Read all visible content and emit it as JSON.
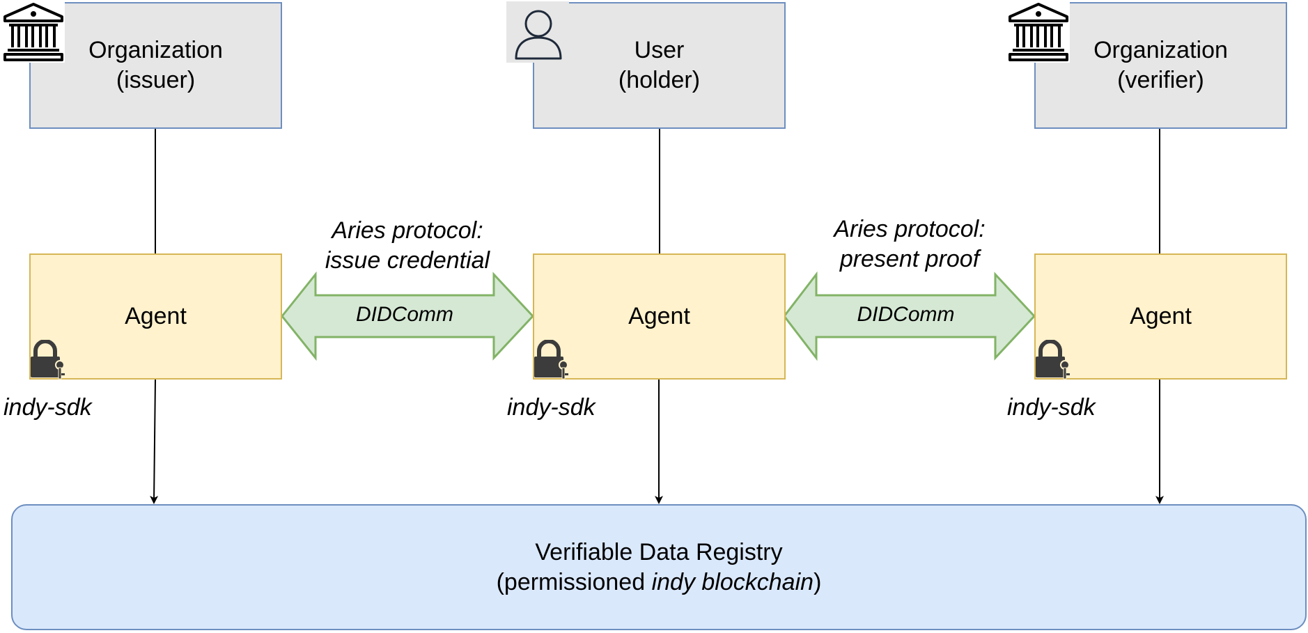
{
  "entities": [
    {
      "line1": "Organization",
      "line2": "(issuer)",
      "icon": "bank-icon"
    },
    {
      "line1": "User",
      "line2": "(holder)",
      "icon": "user-icon"
    },
    {
      "line1": "Organization",
      "line2": "(verifier)",
      "icon": "bank-icon"
    }
  ],
  "agents": [
    {
      "label": "Agent",
      "lib": "indy-sdk",
      "icon": "lock-key-icon"
    },
    {
      "label": "Agent",
      "lib": "indy-sdk",
      "icon": "lock-key-icon"
    },
    {
      "label": "Agent",
      "lib": "indy-sdk",
      "icon": "lock-key-icon"
    }
  ],
  "protocols": [
    {
      "line1": "Aries protocol:",
      "line2": "issue credential",
      "channel": "DIDComm"
    },
    {
      "line1": "Aries protocol:",
      "line2": "present proof",
      "channel": "DIDComm"
    }
  ],
  "registry": {
    "line1": "Verifiable Data Registry",
    "line2_prefix": "(permissioned ",
    "line2_italic": "indy blockchain",
    "line2_suffix": ")"
  },
  "colors": {
    "entity_fill": "#e6e6e6",
    "entity_stroke": "#6c8ebf",
    "agent_fill": "#fff2cc",
    "agent_stroke": "#d6b656",
    "arrow_fill": "#d5e8d4",
    "arrow_stroke": "#82b366",
    "registry_fill": "#dae8fc",
    "registry_stroke": "#6c8ebf"
  }
}
